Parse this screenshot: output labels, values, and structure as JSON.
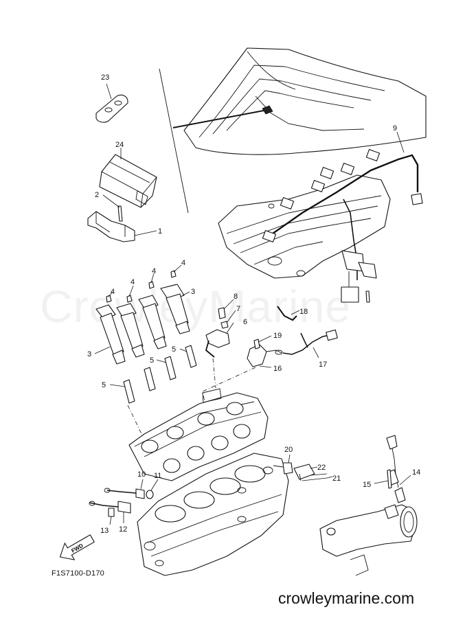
{
  "diagram": {
    "reference_code": "F1S7100-D170",
    "site_url": "crowleymarine.com",
    "watermark": "CrowleyMarine",
    "direction_label": "FWD",
    "callouts": [
      {
        "id": "c1",
        "label": "1"
      },
      {
        "id": "c2",
        "label": "2"
      },
      {
        "id": "c3a",
        "label": "3"
      },
      {
        "id": "c3b",
        "label": "3"
      },
      {
        "id": "c4a",
        "label": "4"
      },
      {
        "id": "c4b",
        "label": "4"
      },
      {
        "id": "c4c",
        "label": "4"
      },
      {
        "id": "c4d",
        "label": "4"
      },
      {
        "id": "c5a",
        "label": "5"
      },
      {
        "id": "c5b",
        "label": "5"
      },
      {
        "id": "c5c",
        "label": "5"
      },
      {
        "id": "c6",
        "label": "6"
      },
      {
        "id": "c7",
        "label": "7"
      },
      {
        "id": "c8",
        "label": "8"
      },
      {
        "id": "c9",
        "label": "9"
      },
      {
        "id": "c10",
        "label": "10"
      },
      {
        "id": "c11",
        "label": "11"
      },
      {
        "id": "c12",
        "label": "12"
      },
      {
        "id": "c13",
        "label": "13"
      },
      {
        "id": "c14",
        "label": "14"
      },
      {
        "id": "c15",
        "label": "15"
      },
      {
        "id": "c16",
        "label": "16"
      },
      {
        "id": "c17",
        "label": "17"
      },
      {
        "id": "c18",
        "label": "18"
      },
      {
        "id": "c19",
        "label": "19"
      },
      {
        "id": "c20",
        "label": "20"
      },
      {
        "id": "c21",
        "label": "21"
      },
      {
        "id": "c22",
        "label": "22"
      },
      {
        "id": "c23",
        "label": "23"
      },
      {
        "id": "c24",
        "label": "24"
      }
    ]
  }
}
